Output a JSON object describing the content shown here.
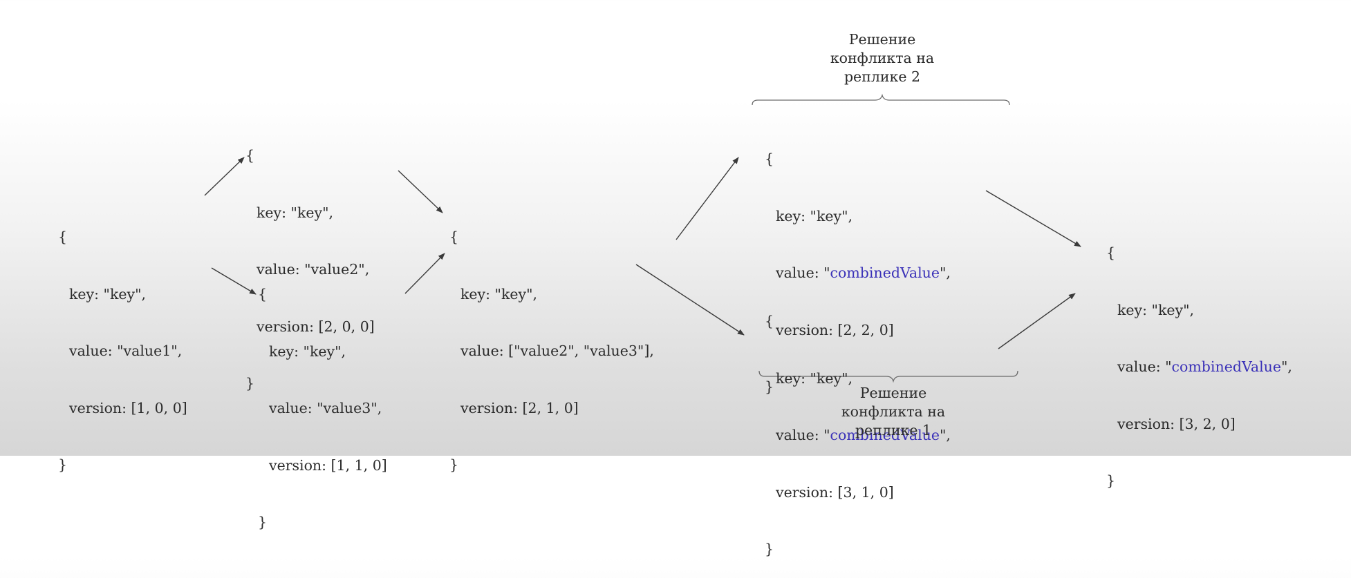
{
  "nodes": {
    "start": {
      "brace_open": "{",
      "key_line": "key: \"key\",",
      "value_line": "value: \"value1\",",
      "version_line": "version: [1, 0, 0]",
      "brace_close": "}"
    },
    "upper": {
      "brace_open": "{",
      "key_line": "key: \"key\",",
      "value_line": "value: \"value2\",",
      "version_line": "version: [2, 0, 0]",
      "brace_close": "}"
    },
    "lower": {
      "brace_open": "{",
      "key_line": "key: \"key\",",
      "value_line": "value: \"value3\",",
      "version_line": "version: [1, 1, 0]",
      "brace_close": "}"
    },
    "merged": {
      "brace_open": "{",
      "key_line": "key: \"key\",",
      "value_line": "value: [\"value2\", \"value3\"],",
      "version_line": "version: [2, 1, 0]",
      "brace_close": "}"
    },
    "replica2": {
      "brace_open": "{",
      "key_line": "key: \"key\",",
      "value_prefix": "value: \"",
      "value_highlight": "combinedValue",
      "value_suffix": "\",",
      "version_line": "version: [2, 2, 0]",
      "brace_close": "}"
    },
    "replica1": {
      "brace_open": "{",
      "key_line": "key: \"key\",",
      "value_prefix": "value: \"",
      "value_highlight": "combinedValue",
      "value_suffix": "\",",
      "version_line": "version: [3, 1, 0]",
      "brace_close": "}"
    },
    "final": {
      "brace_open": "{",
      "key_line": "key: \"key\",",
      "value_prefix": "value: \"",
      "value_highlight": "combinedValue",
      "value_suffix": "\",",
      "version_line": "version: [3, 2, 0]",
      "brace_close": "}"
    }
  },
  "captions": {
    "replica2": [
      "Решение",
      "конфликта на",
      "реплике 2"
    ],
    "replica1": [
      "Решение",
      "конфликта на",
      "реплике 1"
    ]
  },
  "colors": {
    "text": "#2b2b2b",
    "highlight": "#3b32b8",
    "arrow": "#3a3a3a",
    "bracket": "#6a6a6a"
  }
}
